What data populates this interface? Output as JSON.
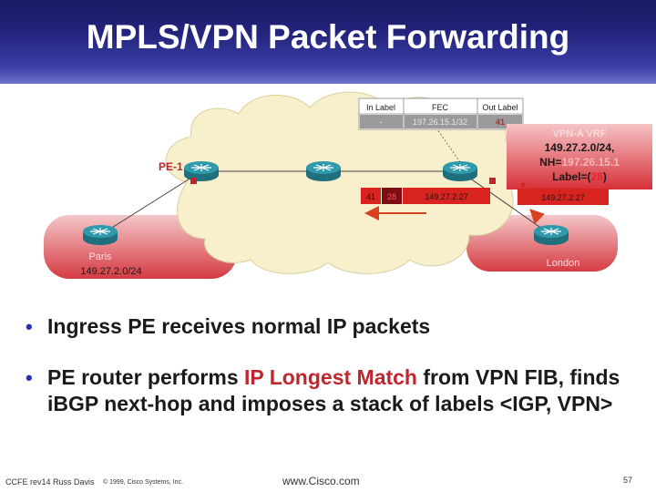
{
  "slide": {
    "title": "MPLS/VPN Packet Forwarding"
  },
  "lfib_table": {
    "headers": [
      "In Label",
      "FEC",
      "Out Label"
    ],
    "row": [
      "-",
      "197.26.15.1/32",
      "41"
    ]
  },
  "routers": {
    "pe1_label": "PE-1"
  },
  "sites": {
    "paris_name": "Paris",
    "paris_prefix": "149.27.2.0/24",
    "london_name": "London"
  },
  "mbgp_update": {
    "title": "VPN-A VRF",
    "prefix": "149.27.2.0/24,",
    "nh_prefix": "NH=",
    "nh_value": "197.26.15.1",
    "label_prefix": "Label=(",
    "label_value": "28",
    "label_suffix": ")"
  },
  "packets": {
    "labeled": [
      "41",
      "28",
      "149.27.2.27"
    ],
    "ip_only": "149.27.2.27"
  },
  "bullets": {
    "b1": "Ingress PE receives normal IP packets",
    "b2_a": "PE router performs ",
    "b2_hl": "IP Longest Match",
    "b2_b": " from VPN FIB, finds iBGP next-hop and imposes a stack of labels <IGP, VPN>"
  },
  "footer": {
    "course": "CCFE rev14 Russ Davis",
    "copyright": "© 1999, Cisco Systems, Inc.",
    "url": "www.Cisco.com",
    "page": "57"
  },
  "colors": {
    "title_bg": "#23247c",
    "accent_red": "#c0262e",
    "cloud": "#f6eec8",
    "router": "#2b8a9a",
    "packet_red": "#d8231f"
  }
}
